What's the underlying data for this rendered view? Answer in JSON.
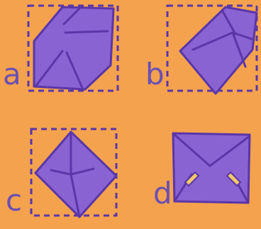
{
  "colors": {
    "background": "#F4A24E",
    "paper_fill": "#8A63D2",
    "paper_stroke": "#5A36A8",
    "dashed_border": "#5A36A8",
    "label": "#6B4FB3",
    "tape": "#F2C86A"
  },
  "panels": [
    {
      "letter": "a",
      "shape": "folded-paper-diagonal"
    },
    {
      "letter": "b",
      "shape": "folded-paper-rotated"
    },
    {
      "letter": "c",
      "shape": "folded-paper-diamond"
    },
    {
      "letter": "d",
      "shape": "folded-envelope-taped"
    }
  ]
}
